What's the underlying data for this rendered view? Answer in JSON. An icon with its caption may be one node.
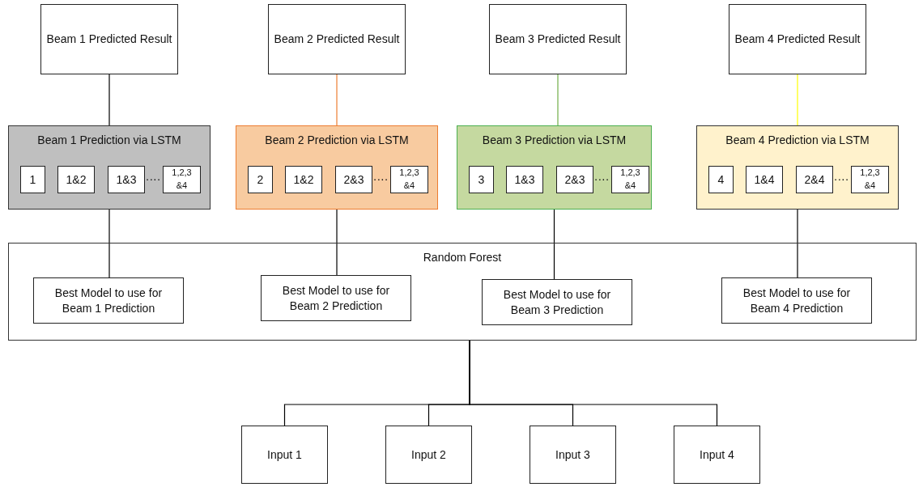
{
  "diagram": {
    "nodes": [
      {
        "text": [
          "Beam 1 Predicted Result"
        ]
      },
      {
        "text": [
          "Beam 2 Predicted Result"
        ]
      },
      {
        "text": [
          "Beam 3 Predicted Result"
        ]
      },
      {
        "text": [
          "Beam 4 Predicted Result"
        ]
      },
      {
        "text": [
          "Beam 1 Prediction via LSTM"
        ]
      },
      {
        "text": [
          "1"
        ],
        "in": 4
      },
      {
        "text": [
          "1&2"
        ],
        "in": 4
      },
      {
        "text": [
          "1&3"
        ],
        "in": 4
      },
      {
        "text": [
          "1,2,3 &4"
        ],
        "in": 4
      },
      {
        "text": [
          "Beam 2 Prediction via LSTM"
        ]
      },
      {
        "text": [
          "2"
        ],
        "in": 9
      },
      {
        "text": [
          "1&2"
        ],
        "in": 9
      },
      {
        "text": [
          "2&3"
        ],
        "in": 9
      },
      {
        "text": [
          "1,2,3 &4"
        ],
        "in": 9
      },
      {
        "text": [
          "Beam 3 Prediction via LSTM"
        ]
      },
      {
        "text": [
          "3"
        ],
        "in": 14
      },
      {
        "text": [
          "1&3"
        ],
        "in": 14
      },
      {
        "text": [
          "2&3"
        ],
        "in": 14
      },
      {
        "text": [
          "1,2,3 &4"
        ],
        "in": 14
      },
      {
        "text": [
          "Beam 4 Prediction via LSTM"
        ]
      },
      {
        "text": [
          "4"
        ],
        "in": 19
      },
      {
        "text": [
          "1&4"
        ],
        "in": 19
      },
      {
        "text": [
          "2&4"
        ],
        "in": 19
      },
      {
        "text": [
          "1,2,3 &4"
        ],
        "in": 19
      },
      {
        "text": [
          "Random Forest"
        ]
      },
      {
        "text": [
          "Best Model to use for Beam 1 Prediction"
        ],
        "in": 24
      },
      {
        "text": [
          "Best Model to use for Beam 2 Prediction"
        ],
        "in": 24
      },
      {
        "text": [
          "Best Model to use for Beam 3 Prediction"
        ],
        "in": 24
      },
      {
        "text": [
          "Best Model to use for Beam 4 Prediction"
        ],
        "in": 24
      },
      {
        "text": [
          "Input 1"
        ]
      },
      {
        "text": [
          "Input 2"
        ]
      },
      {
        "text": [
          "Input 3"
        ]
      },
      {
        "text": [
          "Input 4"
        ]
      }
    ],
    "edges": [
      {
        "from": 0,
        "to": 4,
        "arrow": "none"
      },
      {
        "from": 1,
        "to": 9,
        "arrow": "none",
        "color": "#ed7d31"
      },
      {
        "from": 2,
        "to": 14,
        "arrow": "none",
        "color": "#70ad47"
      },
      {
        "from": 3,
        "to": 19,
        "arrow": "none",
        "color": "#ffff00"
      },
      {
        "from": 4,
        "to": 25,
        "arrow": "none"
      },
      {
        "from": 9,
        "to": 26,
        "arrow": "none"
      },
      {
        "from": 14,
        "to": 27,
        "arrow": "none"
      },
      {
        "from": 19,
        "to": 28,
        "arrow": "none"
      },
      {
        "from": 24,
        "to": 29,
        "arrow": "none"
      },
      {
        "from": 24,
        "to": 30,
        "arrow": "none"
      },
      {
        "from": 24,
        "to": 31,
        "arrow": "none"
      },
      {
        "from": 24,
        "to": 32,
        "arrow": "none"
      }
    ],
    "labels": [
      "....",
      "....",
      "....",
      "...."
    ]
  }
}
